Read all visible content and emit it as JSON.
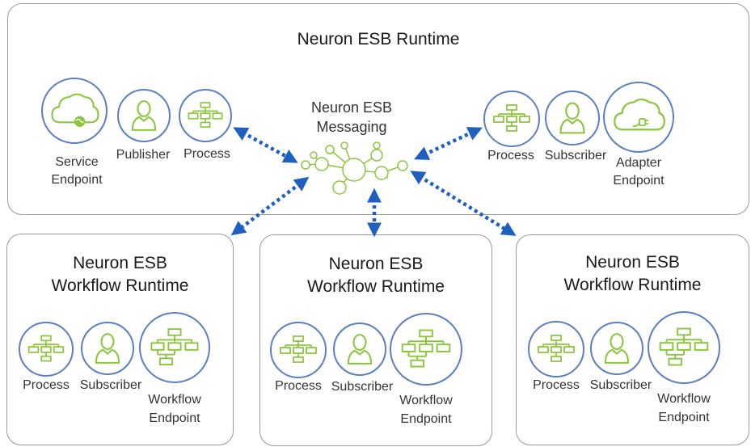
{
  "runtime": {
    "title": "Neuron ESB Runtime",
    "messaging_label": "Neuron ESB Messaging",
    "left_items": [
      "Service Endpoint",
      "Publisher",
      "Process"
    ],
    "right_items": [
      "Process",
      "Subscriber",
      "Adapter Endpoint"
    ]
  },
  "workflow_runtimes": [
    {
      "title": "Neuron ESB Workflow Runtime",
      "items": [
        "Process",
        "Subscriber",
        "Workflow Endpoint"
      ]
    },
    {
      "title": "Neuron ESB Workflow Runtime",
      "items": [
        "Process",
        "Subscriber",
        "Workflow Endpoint"
      ]
    },
    {
      "title": "Neuron ESB Workflow Runtime",
      "items": [
        "Process",
        "Subscriber",
        "Workflow Endpoint"
      ]
    }
  ],
  "colors": {
    "circle_border": "#5b7fc0",
    "icon_green": "#8cc63f",
    "arrow_blue": "#1f5fbf",
    "panel_border": "#9a9a9a"
  },
  "icons": [
    "cloud-globe-icon",
    "person-icon",
    "process-flow-icon",
    "cloud-plug-icon",
    "workflow-icon",
    "network-hub-icon"
  ]
}
